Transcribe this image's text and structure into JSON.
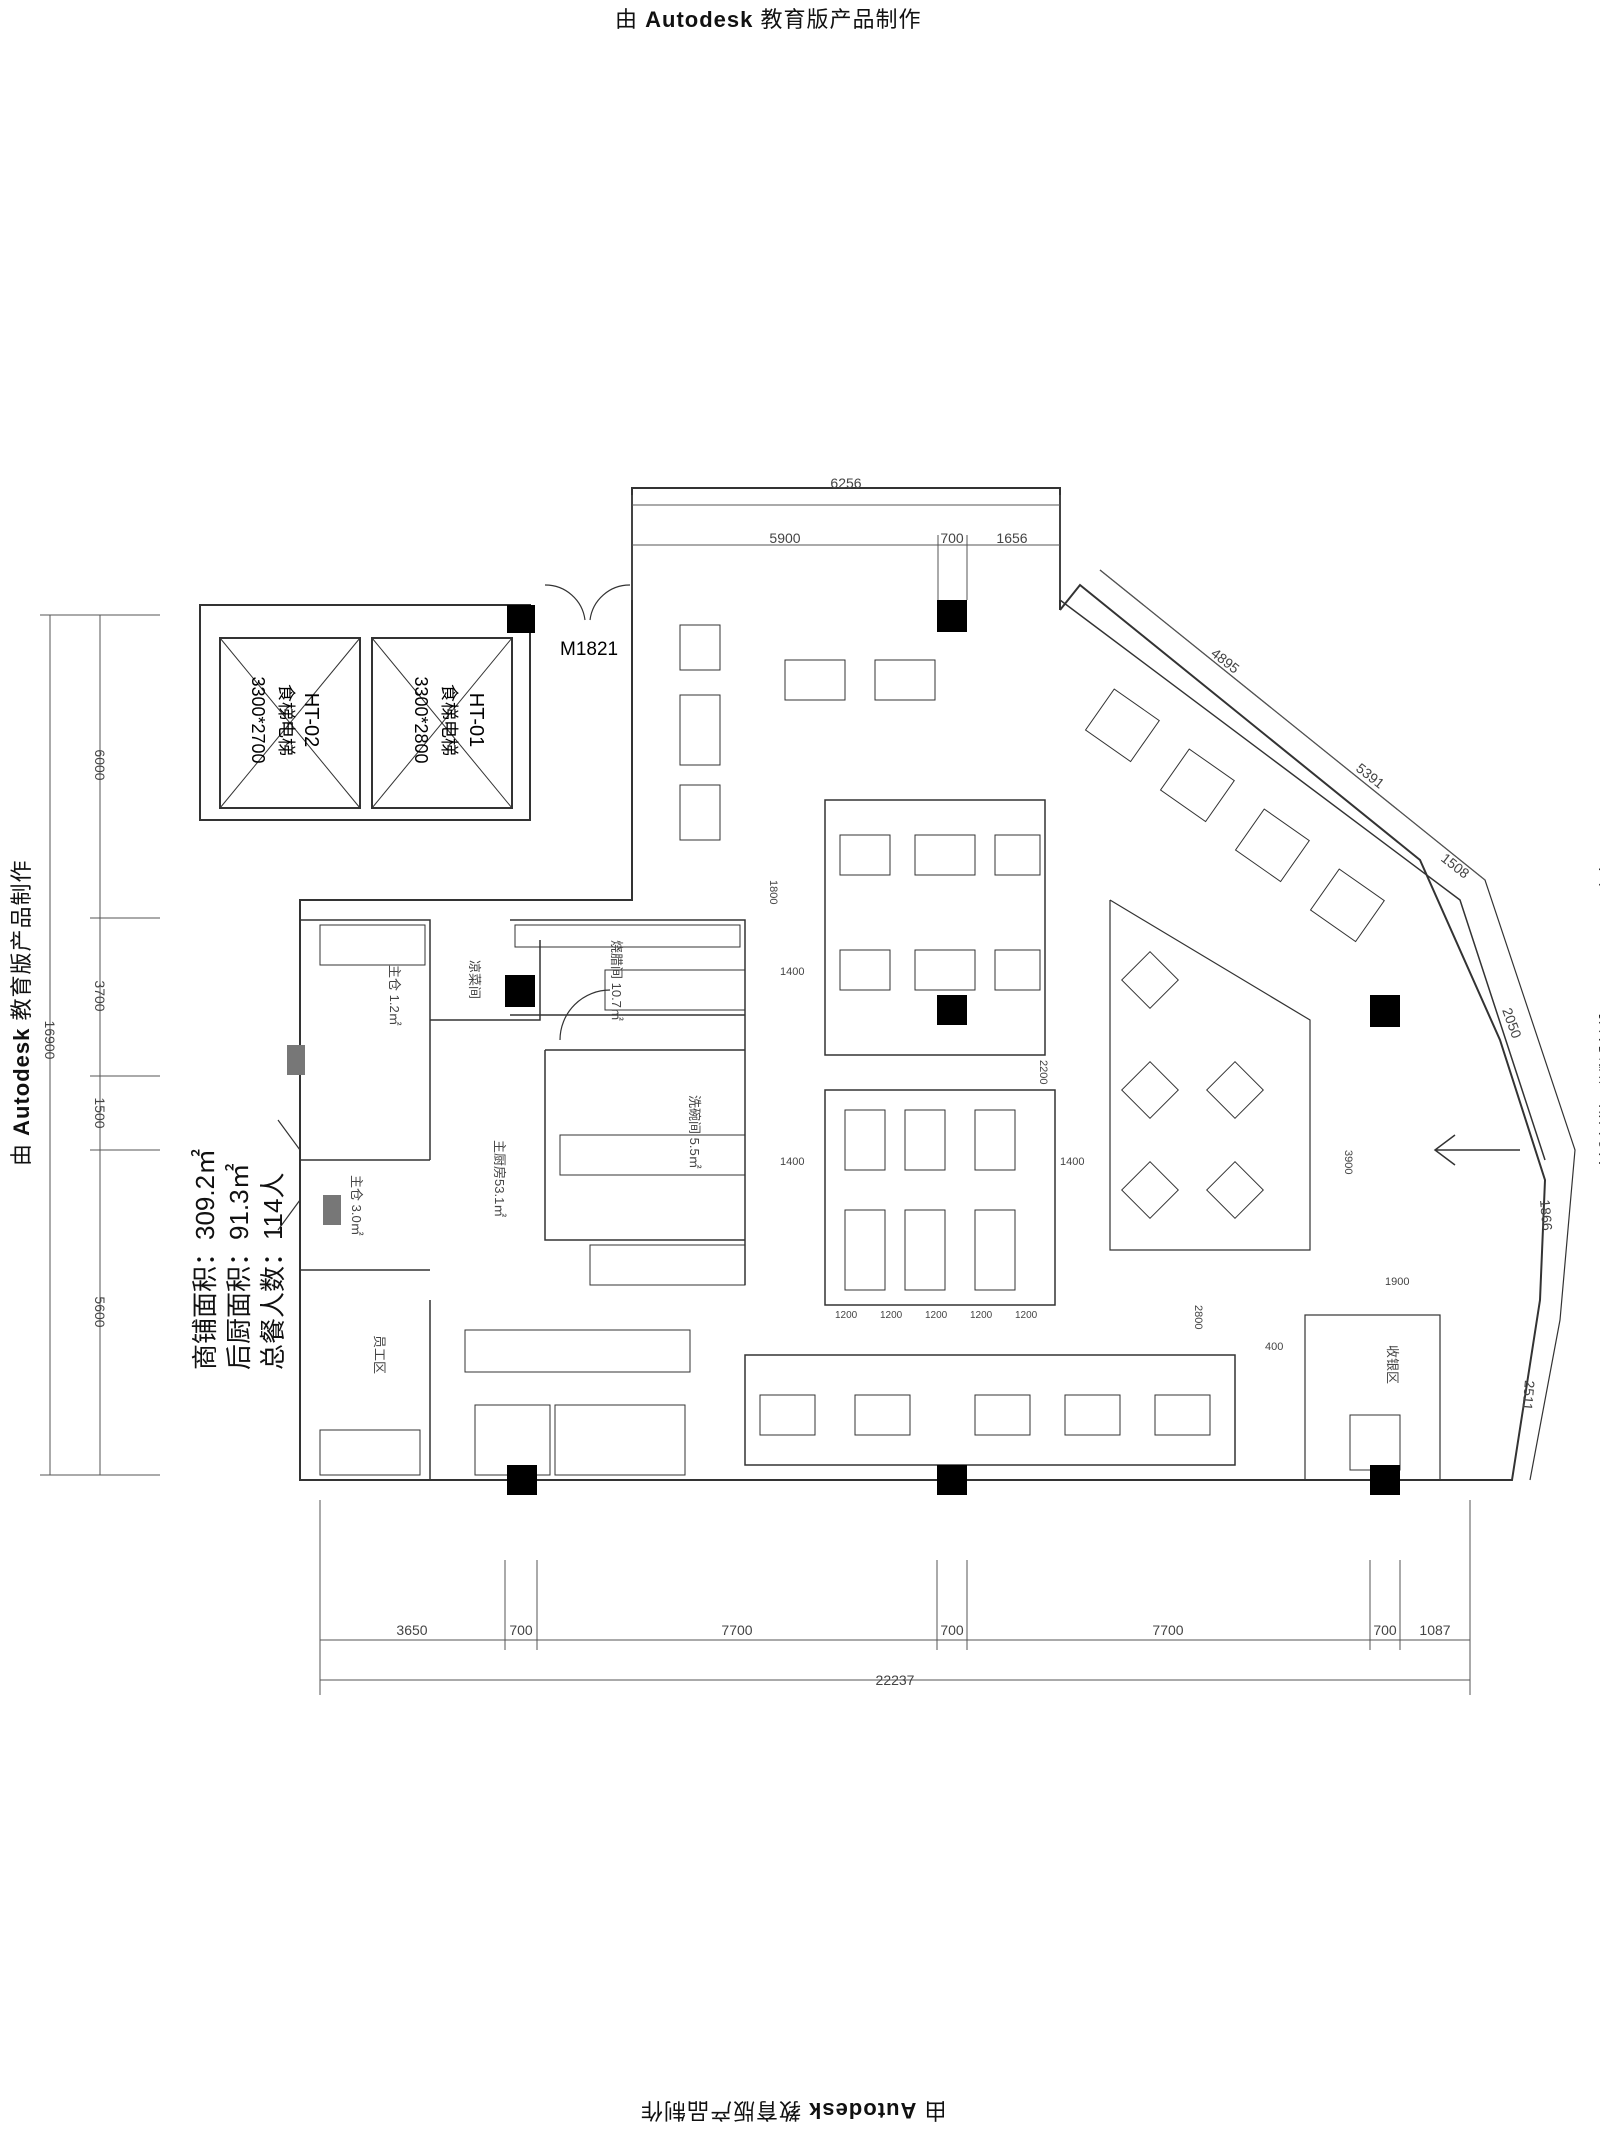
{
  "watermark": {
    "prefix": "由",
    "brand": "Autodesk",
    "suffix": "教育版产品制作"
  },
  "door_tag": "M1821",
  "elevators": [
    {
      "code": "HT-02",
      "name": "食梯电梯",
      "size": "3300*2700"
    },
    {
      "code": "HT-01",
      "name": "食梯电梯",
      "size": "3300*2800"
    }
  ],
  "top_dimensions": {
    "total": "6256",
    "segments": [
      "5900",
      "700",
      "1656"
    ]
  },
  "bottom_dimensions": {
    "total": "22237",
    "segments": [
      "3650",
      "700",
      "7700",
      "700",
      "7700",
      "700",
      "1087"
    ]
  },
  "left_dimensions": {
    "total": "16900",
    "segments": [
      "6000",
      "3700",
      "1500",
      "5600"
    ]
  },
  "diagonal_dimensions": [
    "4895",
    "5391",
    "1508",
    "2050",
    "1866",
    "2511"
  ],
  "interior_dimensions": [
    "1400",
    "1400",
    "1400",
    "1200",
    "1200",
    "1200",
    "1200",
    "1200",
    "2200",
    "2800",
    "3900",
    "400",
    "1900",
    "1800"
  ],
  "room_labels": [
    "主厨房53.1㎡",
    "烧腊间 10.7㎡",
    "洗碗间 5.5㎡",
    "凉菜间",
    "主仓 1.2㎡",
    "主仓 3.0㎡",
    "员工区",
    "收银区"
  ],
  "stats": {
    "shop_area_label": "商铺面积：",
    "shop_area_value": "309.2㎡",
    "kitchen_area_label": "后厨面积：",
    "kitchen_area_value": "91.3㎡",
    "diners_label": "总餐人数：",
    "diners_value": "114人"
  }
}
